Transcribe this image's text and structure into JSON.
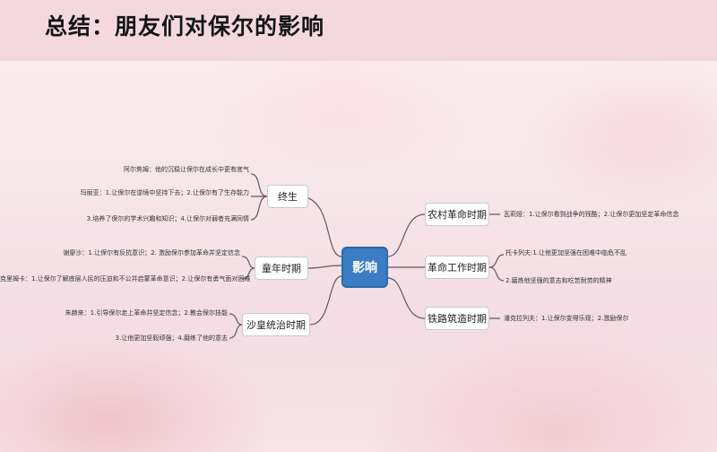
{
  "title": "总结：朋友们对保尔的影响",
  "center": "影响",
  "branches": {
    "zhongsheng": {
      "label": "终生",
      "leaves": [
        "阿尔焦姆：他的沉稳让保尔在成长中更有底气",
        "玛丽亚：1.让保尔在逆境中坚持下去；2.让保尔有了生存能力",
        "3.培养了保尔的学术兴趣和知识；4.让保尔对弱者充满同情"
      ]
    },
    "tongnian": {
      "label": "童年时期",
      "leaves": [
        "谢廖沙：1.让保尔有反抗意识；2. 激励保尔参加革命并坚定信念",
        "克里姆卡：1.让保尔了解底层人民的压迫和不公并启蒙革命意识；2.让保尔有勇气面对困难"
      ]
    },
    "shahuang": {
      "label": "沙皇统治时期",
      "leaves": [
        "朱赫来：1.引导保尔走上革命并坚定信念；2.教会保尔技能",
        "3.让他更加坚毅顽强；4.磨练了他的意志"
      ]
    },
    "nongcun": {
      "label": "农村革命时期",
      "leaves": [
        "瓦莉娅：1.让保尔看到战争的残酷；2.让保尔更加坚定革命信念"
      ]
    },
    "geming": {
      "label": "革命工作时期",
      "leaves": [
        "托卡列夫:1.让他更加坚强在困难中临危不乱",
        "2.磨炼他坚强的意志和吃苦耐劳的精神"
      ]
    },
    "tielu": {
      "label": "铁路筑造时期",
      "leaves": [
        "潘克拉列夫：1.让保尔变得乐观；2.激励保尔"
      ]
    }
  }
}
